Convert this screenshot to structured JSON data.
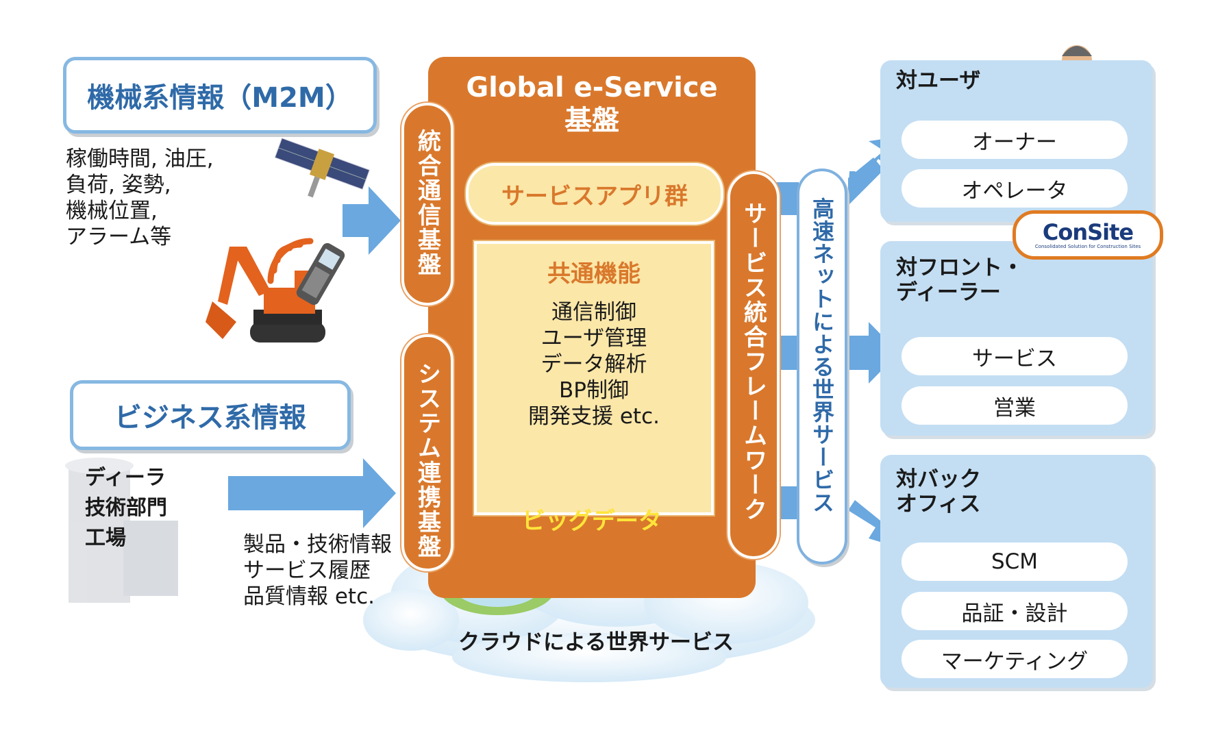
{
  "left": {
    "m2m_title": "機械系情報（M2M）",
    "m2m_items": [
      "稼働時間, 油圧,",
      "負荷, 姿勢,",
      "機械位置,",
      "アラーム等"
    ],
    "business_title": "ビジネス系情報",
    "business_sources": [
      "ディーラ",
      "技術部門",
      "工場"
    ],
    "business_items": [
      "製品・技術情報",
      "サービス履歴",
      "品質情報 etc."
    ],
    "icons": [
      "satellite-icon",
      "excavator-icon",
      "mobile-phone-icon",
      "building-icon"
    ]
  },
  "center": {
    "title_line1": "Global e-Service",
    "title_line2": "基盤",
    "left_pill_top": "統合通信基盤",
    "left_pill_bottom": "システム連携基盤",
    "apps": "サービスアプリ群",
    "common_title": "共通機能",
    "common_items": [
      "通信制御",
      "ユーザ管理",
      "データ解析",
      "BP制御",
      "開発支援 etc."
    ],
    "bigdata": "ビッグデータ",
    "framework": "サービス統合フレームワーク",
    "cloud": "クラウドによる世界サービス"
  },
  "network": "高速ネットによる世界サービス",
  "right": {
    "panels": [
      {
        "title_lines": [
          "対ユーザ"
        ],
        "items": [
          "オーナー",
          "オペレータ"
        ],
        "icon": "businessman-icon"
      },
      {
        "title_lines": [
          "対フロント・",
          "ディーラー"
        ],
        "items": [
          "サービス",
          "営業"
        ],
        "icon": "laptop-worker-icon"
      },
      {
        "title_lines": [
          "対バック",
          "オフィス"
        ],
        "items": [
          "SCM",
          "品証・設計",
          "マーケティング"
        ],
        "icon": "office-worker-icon"
      }
    ],
    "logo_text": "ConSite",
    "logo_sub": "Consolidated Solution for Construction Sites"
  },
  "colors": {
    "orange": "#d9782c",
    "cream": "#fbe7a8",
    "blue_border": "#86b8e2",
    "blue_text": "#2f6aa8",
    "panel_bg": "#c3def3",
    "arrow": "#6aa8df",
    "bigdata_text": "#ffe53b"
  }
}
